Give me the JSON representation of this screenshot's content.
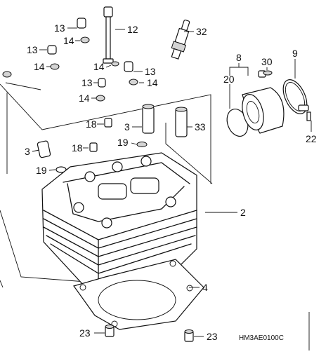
{
  "callouts": {
    "c13a": "13",
    "c12": "12",
    "c32": "32",
    "c14a": "14",
    "c13b": "13",
    "c14b": "14",
    "c14c": "14",
    "c13c": "13",
    "c13d": "13",
    "c14d": "14",
    "c14e": "14",
    "c8": "8",
    "c30": "30",
    "c9": "9",
    "c20": "20",
    "c22": "22",
    "c18a": "18",
    "c3a": "3",
    "c33": "33",
    "c19a": "19",
    "c18b": "18",
    "c3b": "3",
    "c19b": "19",
    "c2": "2",
    "c4": "4",
    "c23a": "23",
    "c23b": "23"
  },
  "diagram_code": "HM3AE0100C"
}
